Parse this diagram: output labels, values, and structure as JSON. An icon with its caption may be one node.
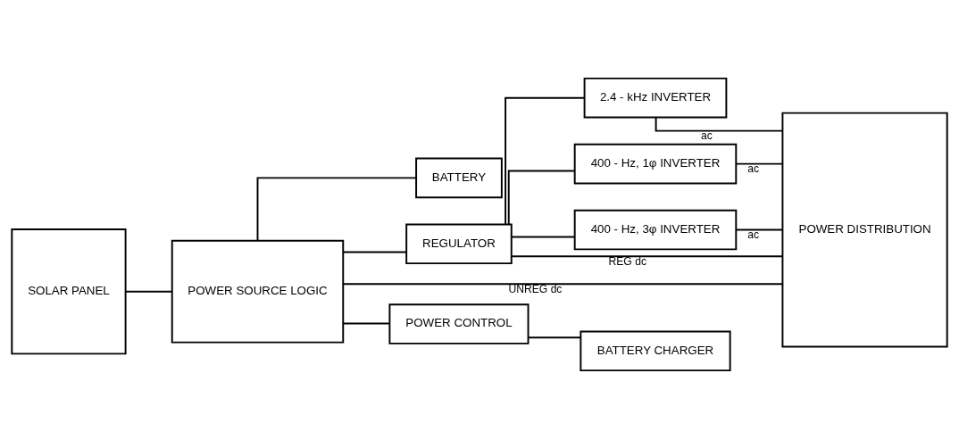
{
  "diagram": {
    "nodes": [
      {
        "text": [
          "SOLAR PANEL"
        ]
      },
      {
        "text": [
          "POWER SOURCE LOGIC"
        ]
      },
      {
        "text": [
          "BATTERY"
        ]
      },
      {
        "text": [
          "REGULATOR"
        ]
      },
      {
        "text": [
          "POWER CONTROL"
        ]
      },
      {
        "text": [
          "BATTERY CHARGER"
        ]
      },
      {
        "text": [
          "2.4 - kHz INVERTER"
        ]
      },
      {
        "text": [
          "400 - Hz, 1φ INVERTER"
        ]
      },
      {
        "text": [
          "400 - Hz, 3φ INVERTER"
        ]
      },
      {
        "text": [
          "POWER DISTRIBUTION"
        ]
      }
    ],
    "edges": [
      {
        "from": 0,
        "to": 1,
        "arrow": "none"
      },
      {
        "from": 1,
        "to": 2,
        "arrow": "none"
      },
      {
        "from": 1,
        "to": 3,
        "arrow": "none"
      },
      {
        "from": 1,
        "to": 4,
        "arrow": "none"
      },
      {
        "from": 4,
        "to": 5,
        "arrow": "none"
      },
      {
        "from": 3,
        "to": 6,
        "arrow": "none"
      },
      {
        "from": 3,
        "to": 7,
        "arrow": "none"
      },
      {
        "from": 3,
        "to": 8,
        "arrow": "none"
      },
      {
        "from": 6,
        "to": 9,
        "arrow": "none",
        "label": "ac"
      },
      {
        "from": 7,
        "to": 9,
        "arrow": "none",
        "label": "ac"
      },
      {
        "from": 8,
        "to": 9,
        "arrow": "none",
        "label": "ac"
      },
      {
        "from": 3,
        "to": 9,
        "arrow": "none",
        "label": "REG dc"
      },
      {
        "from": 1,
        "to": 9,
        "arrow": "none",
        "label": "UNREG dc"
      }
    ]
  }
}
